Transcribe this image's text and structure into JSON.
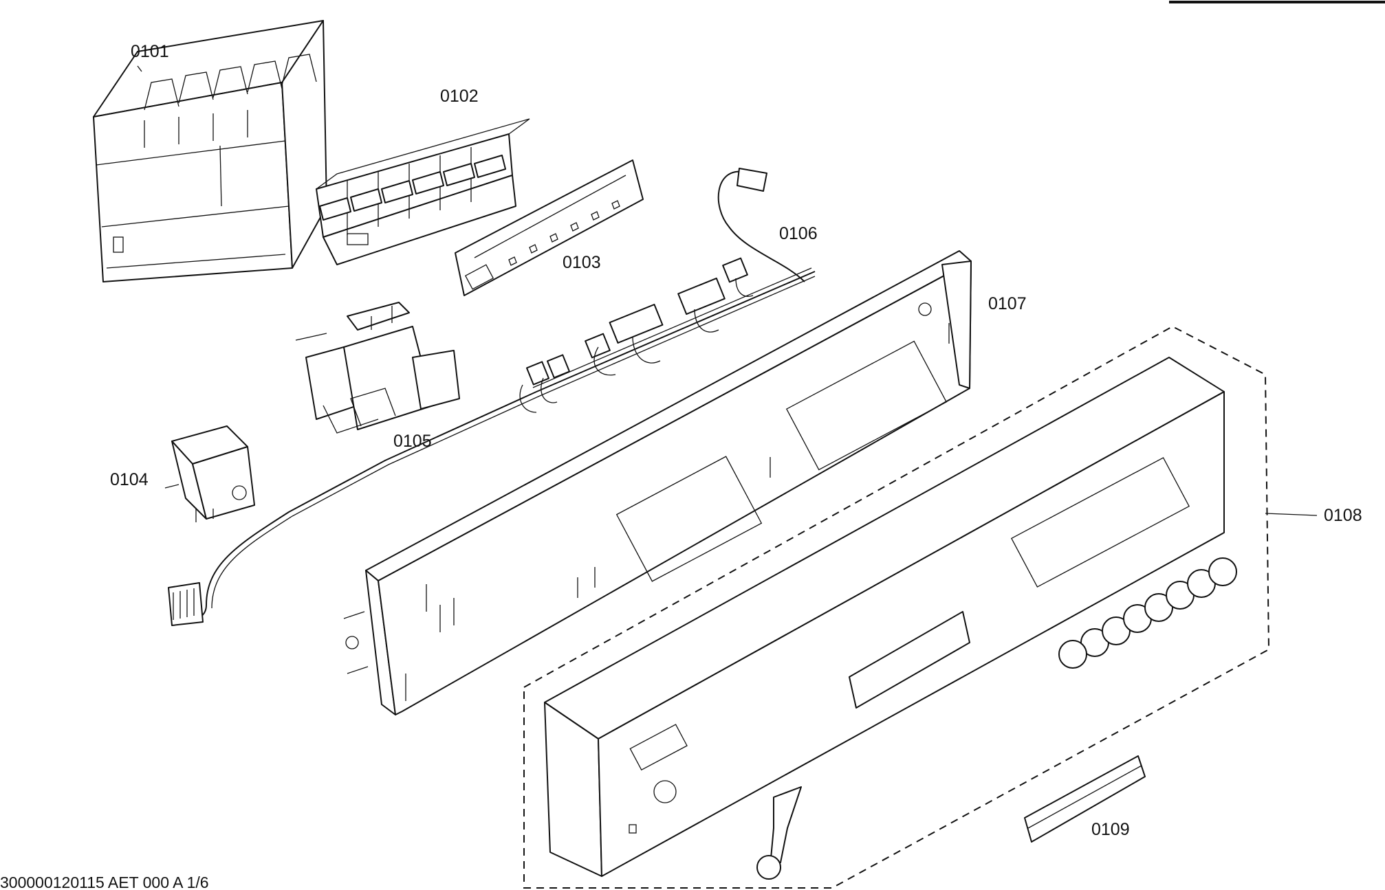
{
  "labels": {
    "p0101": "0101",
    "p0102": "0102",
    "p0103": "0103",
    "p0104": "0104",
    "p0105": "0105",
    "p0106": "0106",
    "p0107": "0107",
    "p0108": "0108",
    "p0109": "0109"
  },
  "footer": "300000120115 AET 000 A 1/6"
}
